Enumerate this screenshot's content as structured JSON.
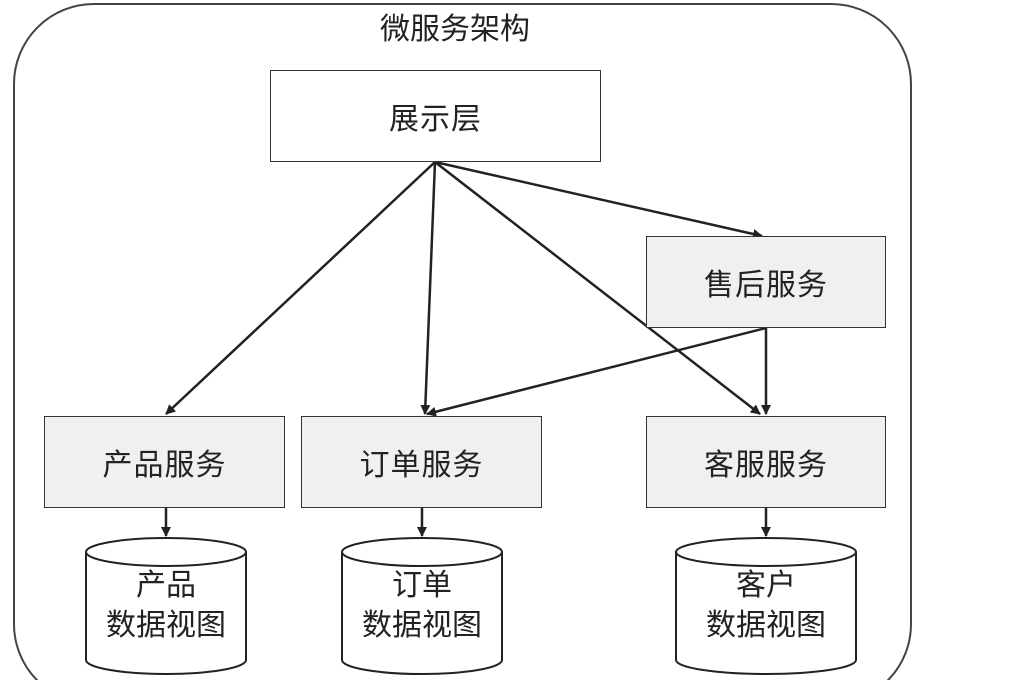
{
  "title": "微服务架构",
  "nodes": {
    "presentation": "展示层",
    "after_sales": "售后服务",
    "product": "产品服务",
    "order": "订单服务",
    "customer": "客服服务"
  },
  "databases": {
    "product": {
      "line1": "产品",
      "line2": "数据视图"
    },
    "order": {
      "line1": "订单",
      "line2": "数据视图"
    },
    "customer": {
      "line1": "客户",
      "line2": "数据视图"
    }
  },
  "colors": {
    "service_fill": "#f0f0f0",
    "presentation_fill": "#ffffff",
    "line": "#222222"
  }
}
